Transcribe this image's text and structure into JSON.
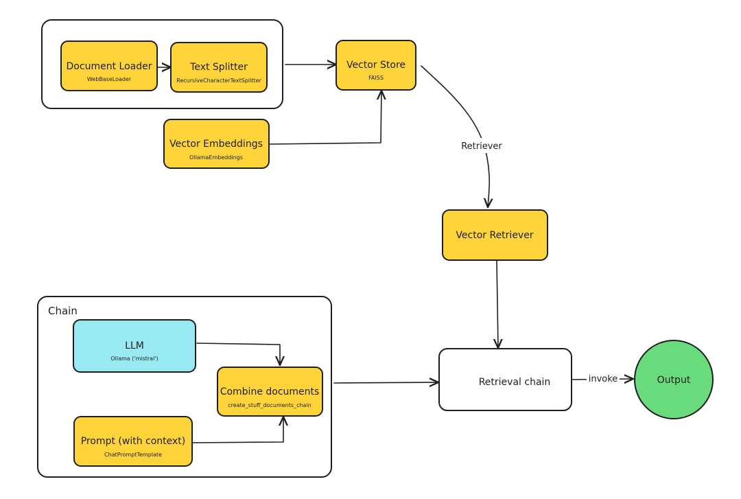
{
  "colors": {
    "node_yellow": "#FFD43B",
    "node_blue": "#99E9F2",
    "node_green": "#69DB7C",
    "node_white": "#FFFFFF",
    "stroke": "#1E1E1E"
  },
  "groups": {
    "loader_group": {
      "label": ""
    },
    "chain_group": {
      "label": "Chain"
    }
  },
  "nodes": {
    "document_loader": {
      "title": "Document Loader",
      "subtitle": "WebBaseLoader"
    },
    "text_splitter": {
      "title": "Text Splitter",
      "subtitle": "RecursiveCharacterTextSplitter"
    },
    "vector_store": {
      "title": "Vector Store",
      "subtitle": "FAISS"
    },
    "vector_embeddings": {
      "title": "Vector Embeddings",
      "subtitle": "OllamaEmbeddings"
    },
    "vector_retriever": {
      "title": "Vector Retriever",
      "subtitle": ""
    },
    "llm": {
      "title": "LLM",
      "subtitle": "Ollama ('mistral')"
    },
    "combine_documents": {
      "title": "Combine documents",
      "subtitle": "create_stuff_documents_chain"
    },
    "prompt": {
      "title": "Prompt (with context)",
      "subtitle": "ChatPromptTemplate"
    },
    "retrieval_chain": {
      "title": "Retrieval chain",
      "subtitle": ""
    },
    "output": {
      "title": "Output",
      "subtitle": ""
    }
  },
  "edges": {
    "retriever": {
      "label": "Retriever"
    },
    "invoke": {
      "label": "invoke"
    }
  }
}
